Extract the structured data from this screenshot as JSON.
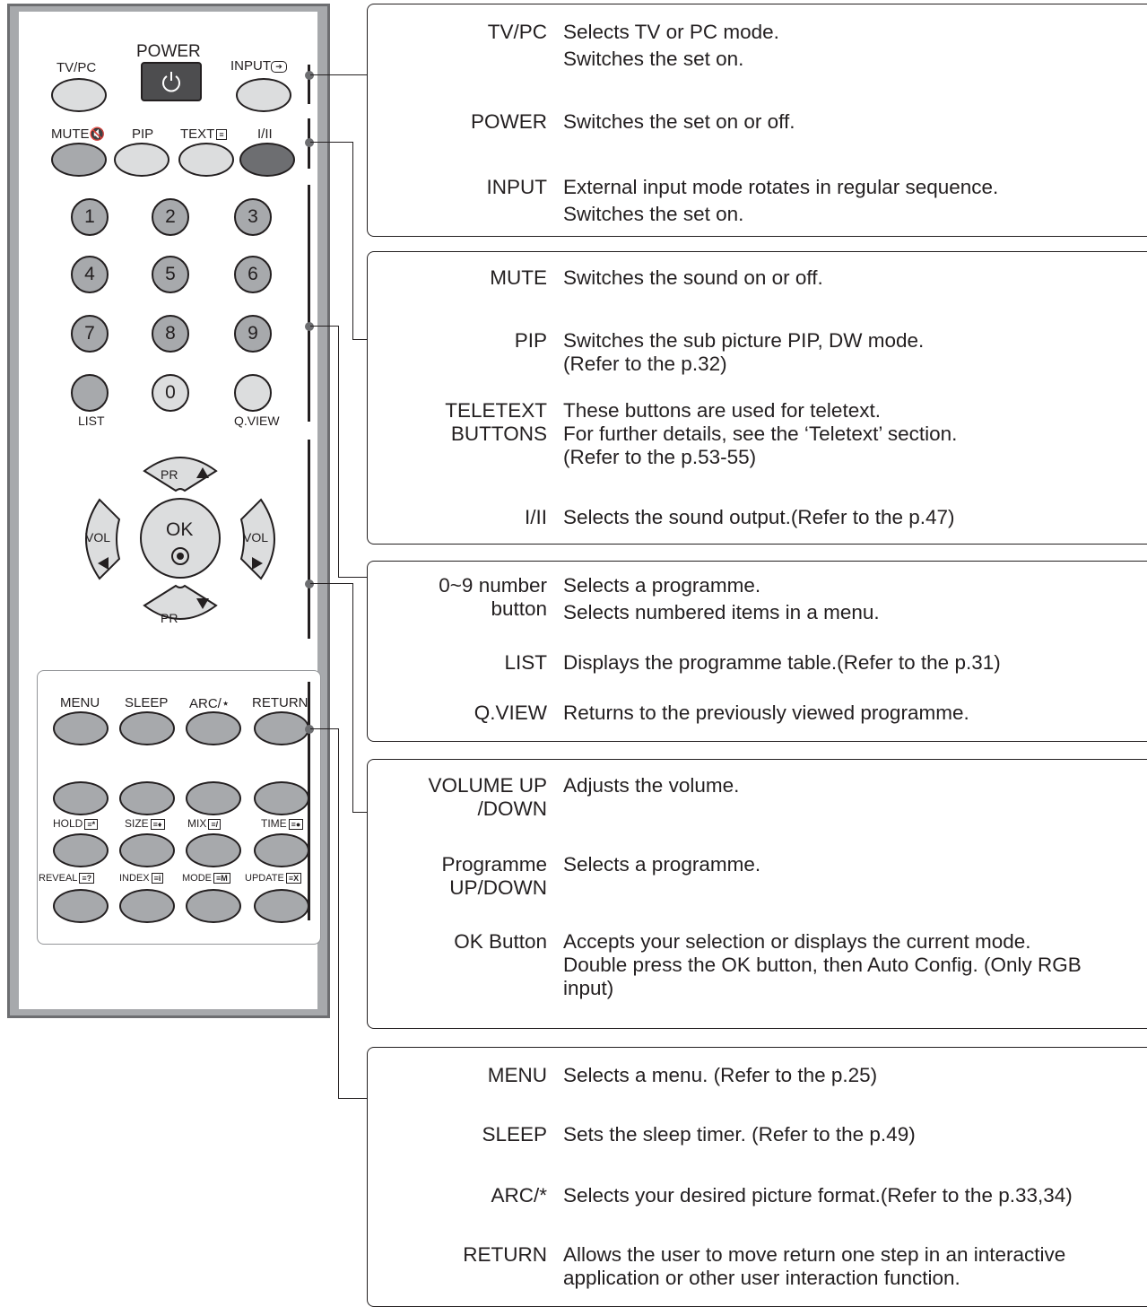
{
  "remote": {
    "top_row": {
      "tvpc": "TV/PC",
      "power": "POWER",
      "input": "INPUT"
    },
    "second_row": {
      "mute": "MUTE",
      "pip": "PIP",
      "text": "TEXT",
      "i_ii": "I/II"
    },
    "numbers": [
      "1",
      "2",
      "3",
      "4",
      "5",
      "6",
      "7",
      "8",
      "9",
      "0"
    ],
    "list_label": "LIST",
    "qview_label": "Q.VIEW",
    "pr_up": "PR",
    "pr_down": "PR",
    "vol_left": "VOL",
    "vol_right": "VOL",
    "ok": "OK",
    "menu_row": {
      "menu": "MENU",
      "sleep": "SLEEP",
      "arc": "ARC/⋆",
      "return": "RETURN"
    },
    "teletext_row1": {
      "hold": "HOLD",
      "size": "SIZE",
      "mix": "MIX",
      "time": "TIME"
    },
    "teletext_row2": {
      "reveal": "REVEAL",
      "index": "INDEX",
      "mode": "MODE",
      "update": "UPDATE"
    }
  },
  "panels": [
    {
      "rows": [
        {
          "key": "TV/PC",
          "val": [
            "Selects TV or PC mode.",
            "Switches the set on."
          ]
        },
        {
          "key": "POWER",
          "val": [
            "Switches the set on or off."
          ]
        },
        {
          "key": "INPUT",
          "val": [
            "External input mode rotates in regular sequence.",
            "Switches the set on."
          ]
        }
      ]
    },
    {
      "rows": [
        {
          "key": "MUTE",
          "val": [
            "Switches the sound on or off."
          ]
        },
        {
          "key": "PIP",
          "val": [
            "Switches the sub picture PIP, DW mode.",
            "(Refer to the p.32)"
          ]
        },
        {
          "key": "TELETEXT\nBUTTONS",
          "val": [
            "These buttons are used for teletext.",
            "For further details, see the ‘Teletext’ section.",
            "(Refer to the p.53-55)"
          ]
        },
        {
          "key": "I/II",
          "val": [
            "Selects the sound output.(Refer to the p.47)"
          ]
        }
      ]
    },
    {
      "rows": [
        {
          "key": "0~9 number\nbutton",
          "val": [
            "Selects a programme.",
            "Selects numbered items in a menu."
          ]
        },
        {
          "key": "LIST",
          "val": [
            "Displays the programme table.(Refer to the p.31)"
          ]
        },
        {
          "key": "Q.VIEW",
          "val": [
            "Returns to the previously viewed programme."
          ]
        }
      ]
    },
    {
      "rows": [
        {
          "key": "VOLUME UP\n/DOWN",
          "val": [
            "Adjusts the volume."
          ]
        },
        {
          "key": "Programme\nUP/DOWN",
          "val": [
            "Selects a programme."
          ]
        },
        {
          "key": "OK Button",
          "val": [
            "Accepts your selection or displays the current mode.",
            "Double press the OK button, then Auto Config. (Only RGB input)"
          ]
        }
      ]
    },
    {
      "rows": [
        {
          "key": "MENU",
          "val": [
            "Selects a menu. (Refer to the p.25)"
          ]
        },
        {
          "key": "SLEEP",
          "val": [
            "Sets the sleep timer. (Refer to the p.49)"
          ]
        },
        {
          "key": "ARC/*",
          "val": [
            "Selects your desired picture format.(Refer to the p.33,34)"
          ]
        },
        {
          "key": "RETURN",
          "val": [
            "Allows the user to move return one step in an interactive",
            "application or other user interaction function."
          ]
        }
      ]
    }
  ]
}
